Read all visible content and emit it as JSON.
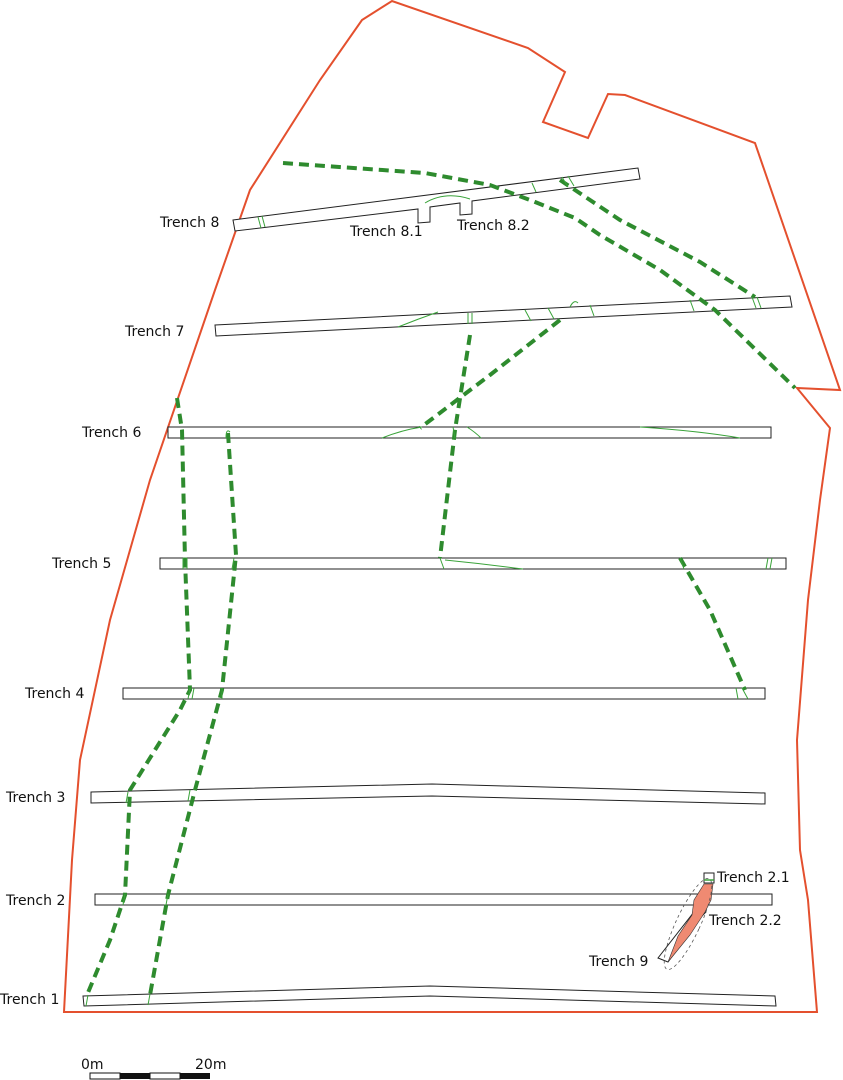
{
  "labels": {
    "t1": "Trench 1",
    "t2": "Trench 2",
    "t21": "Trench 2.1",
    "t22": "Trench 2.2",
    "t3": "Trench 3",
    "t4": "Trench 4",
    "t5": "Trench 5",
    "t6": "Trench 6",
    "t7": "Trench 7",
    "t8": "Trench 8",
    "t81": "Trench 8.1",
    "t82": "Trench 8.2",
    "t9": "Trench 9"
  },
  "scale": {
    "start": "0m",
    "end": "20m"
  },
  "colors": {
    "boundary": "#e4502e",
    "ditch": "#2e8b2e",
    "feature": "#ef8a72"
  }
}
